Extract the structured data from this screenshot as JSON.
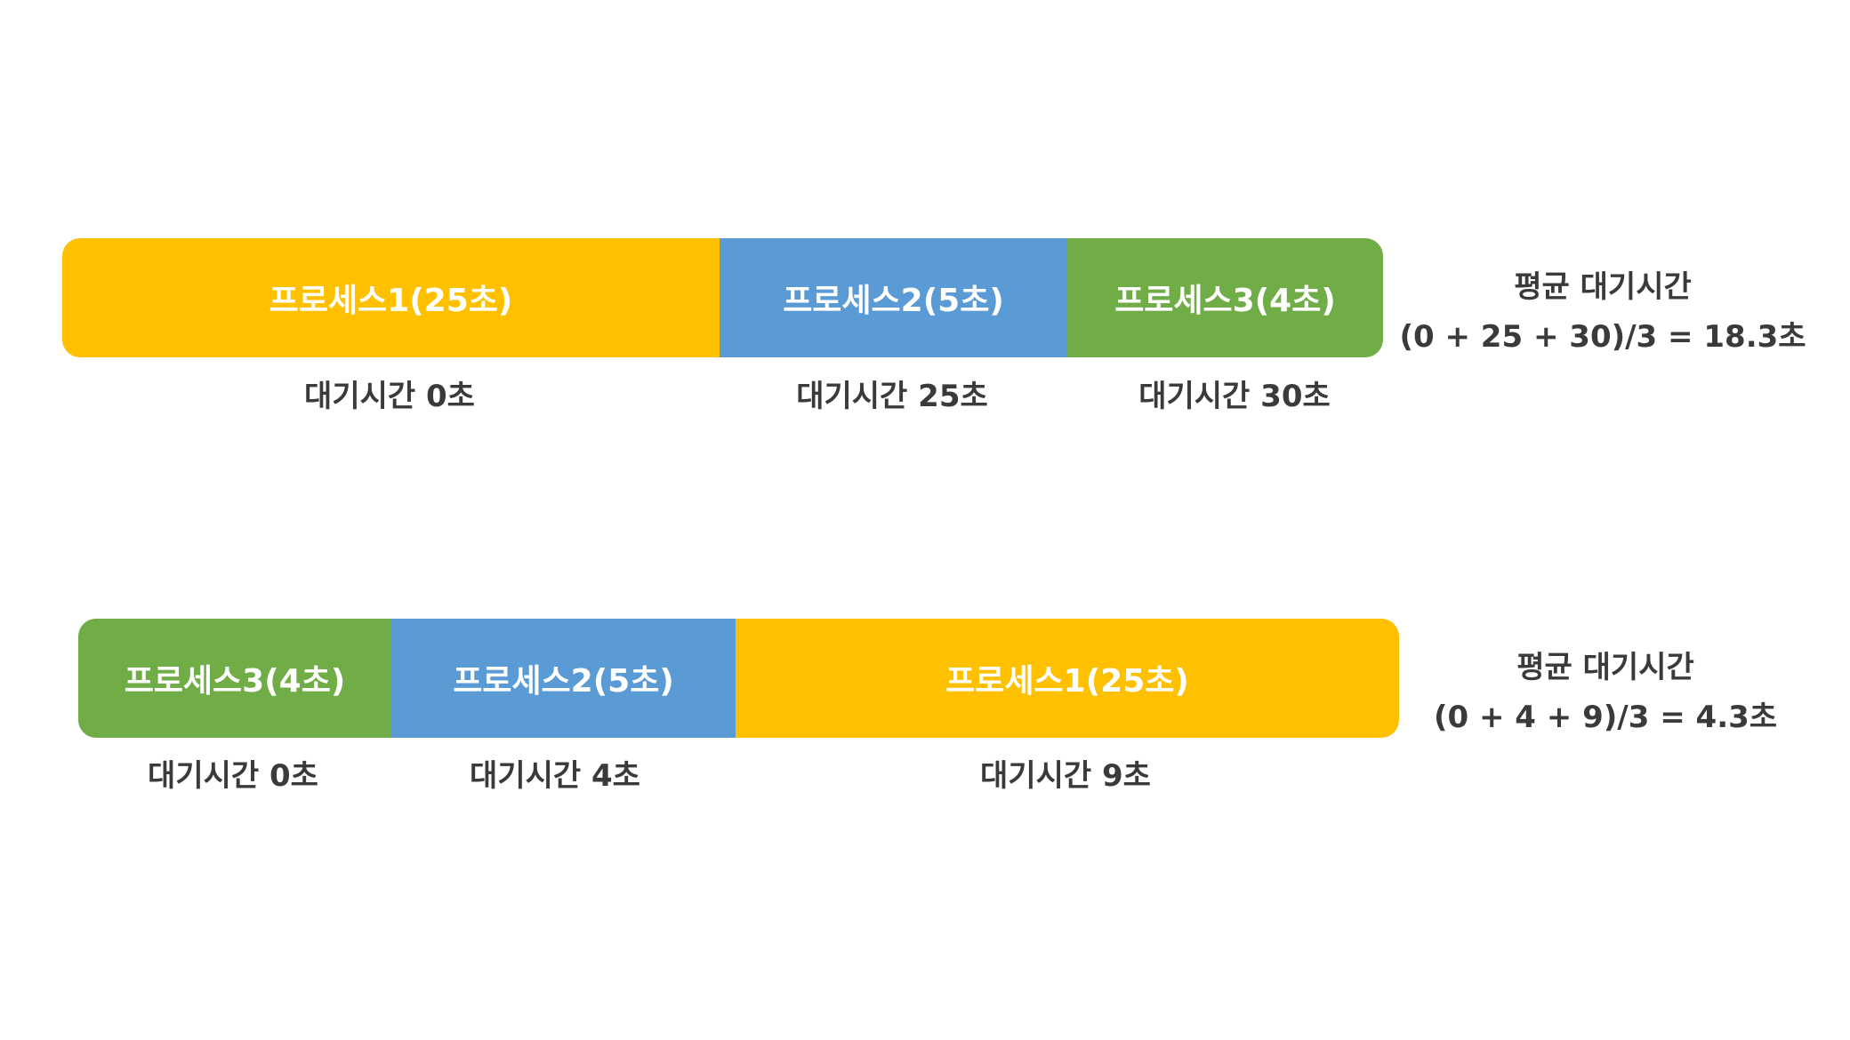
{
  "scenario_1": {
    "segments": [
      {
        "label": "프로세스1(25초)",
        "process": "p1",
        "duration": 25
      },
      {
        "label": "프로세스2(5초)",
        "process": "p2",
        "duration": 5
      },
      {
        "label": "프로세스3(4초)",
        "process": "p3",
        "duration": 4
      }
    ],
    "wait_labels": [
      "대기시간 0초",
      "대기시간 25초",
      "대기시간 30초"
    ],
    "average_title": "평균 대기시간",
    "average_formula": "(0 + 25 + 30)/3 = 18.3초"
  },
  "scenario_2": {
    "segments": [
      {
        "label": "프로세스3(4초)",
        "process": "p3",
        "duration": 4
      },
      {
        "label": "프로세스2(5초)",
        "process": "p2",
        "duration": 5
      },
      {
        "label": "프로세스1(25초)",
        "process": "p1",
        "duration": 25
      }
    ],
    "wait_labels": [
      "대기시간 0초",
      "대기시간 4초",
      "대기시간 9초"
    ],
    "average_title": "평균 대기시간",
    "average_formula": "(0 + 4 + 9)/3 = 4.3초"
  },
  "colors": {
    "process1": "#FFC000",
    "process2": "#5B9BD5",
    "process3": "#70AD47",
    "text_on_bar": "#FFFFFF",
    "label_text": "#3A3A3A"
  }
}
